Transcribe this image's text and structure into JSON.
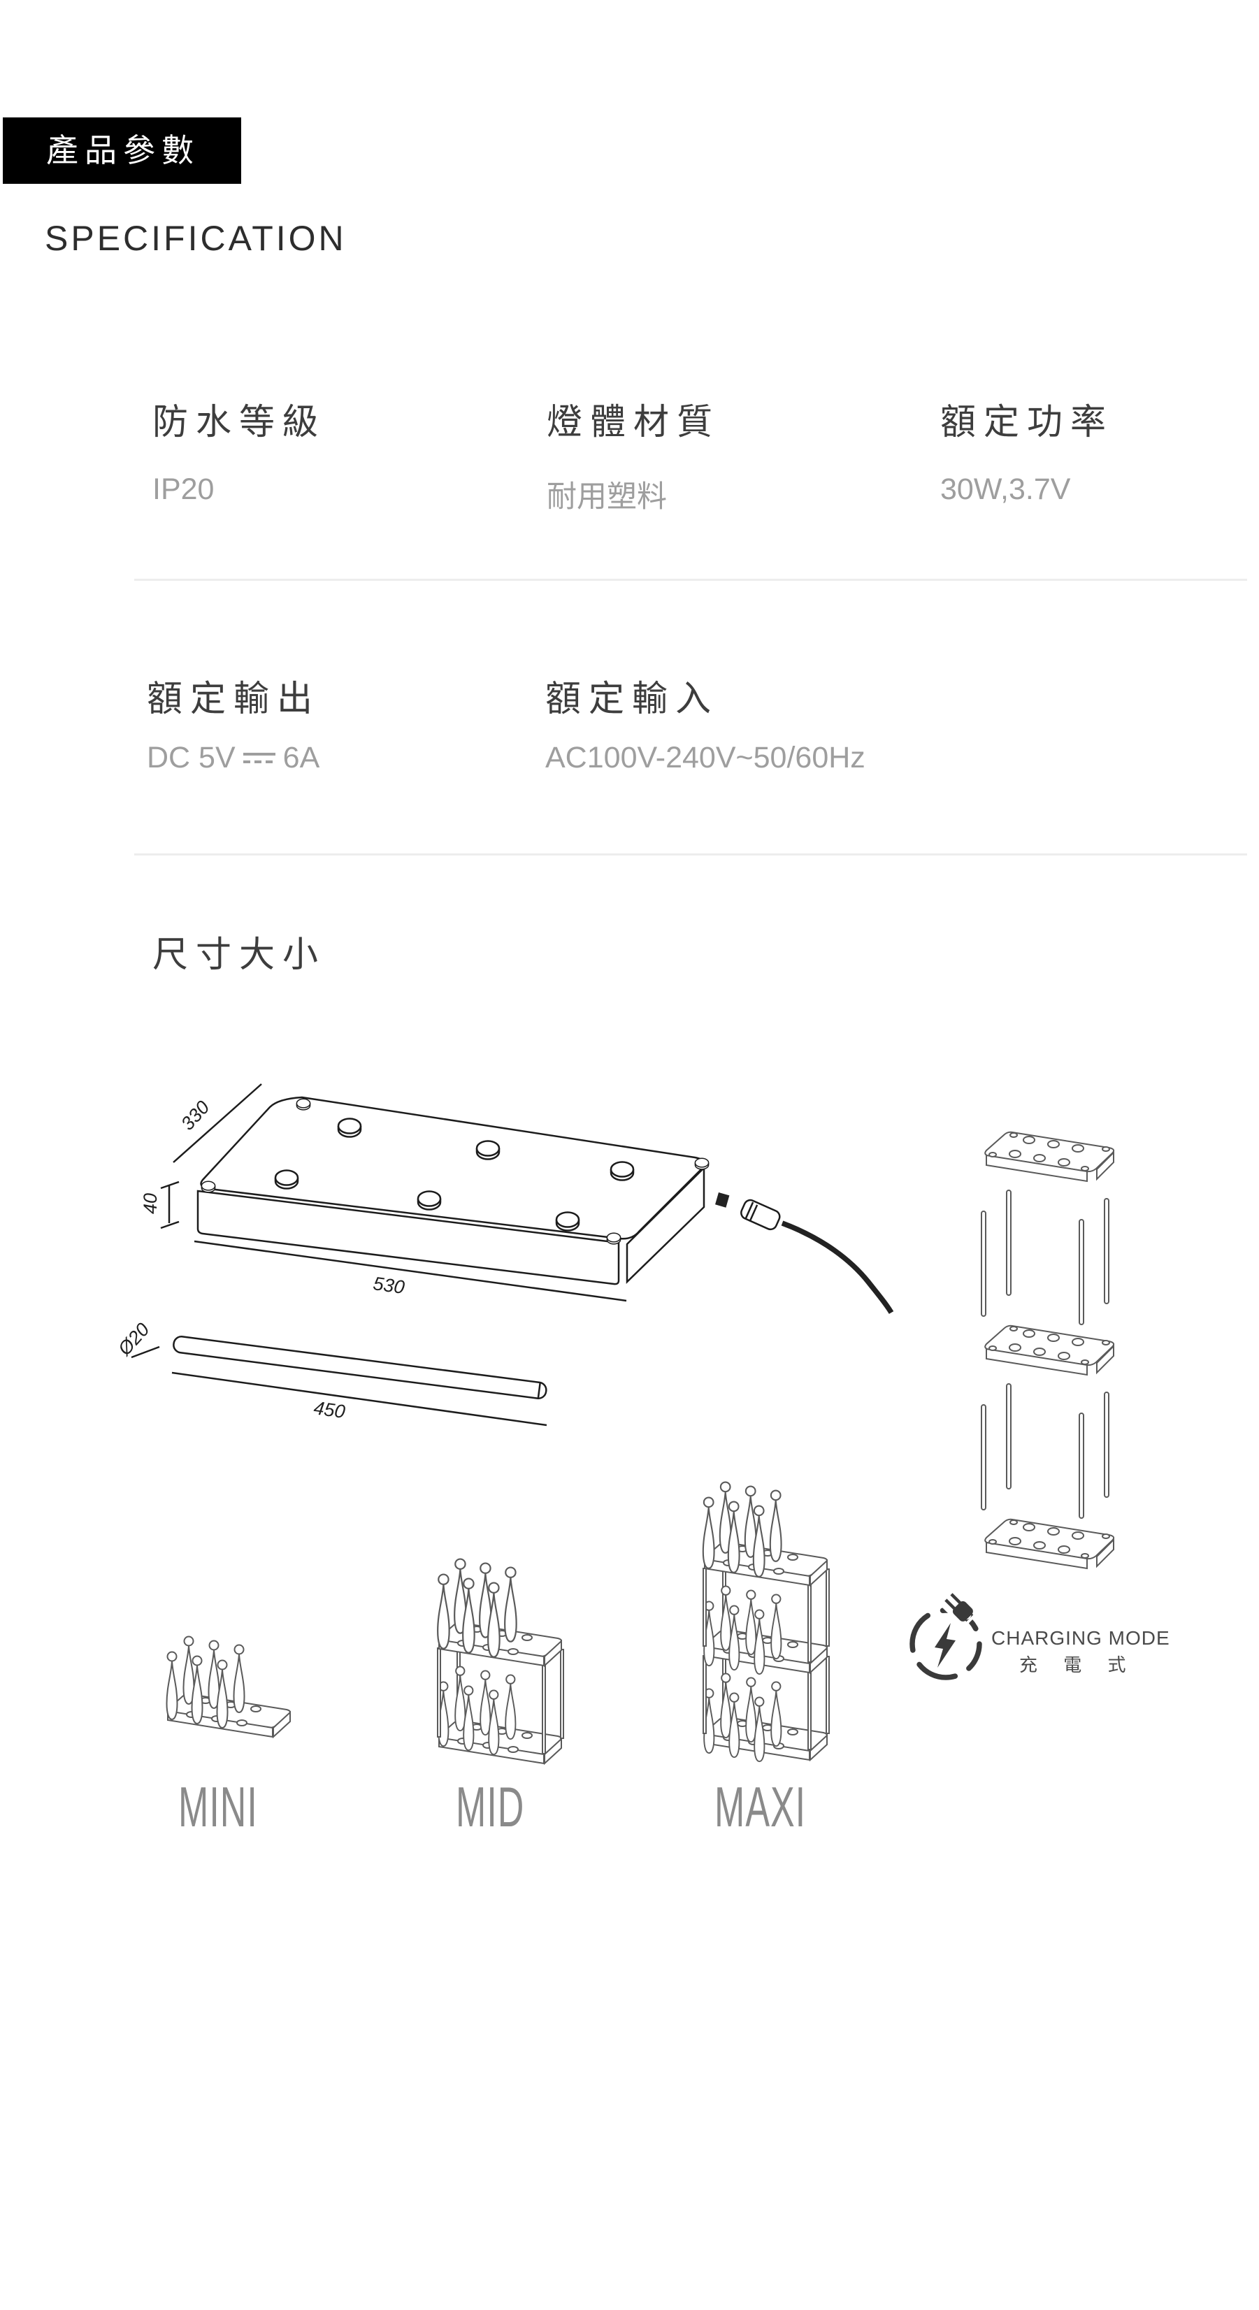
{
  "header": {
    "badge": "產品參數",
    "title": "SPECIFICATION"
  },
  "specs": {
    "rows": [
      {
        "items": [
          {
            "label": "防水等級",
            "value": "IP20"
          },
          {
            "label": "燈體材質",
            "value": "耐用塑料"
          },
          {
            "label": "額定功率",
            "value": "30W,3.7V"
          }
        ]
      },
      {
        "items": [
          {
            "label": "額定輸出",
            "value": "DC 5V ⎓ 6A",
            "value_prefix": "DC 5V",
            "dc_symbol": "⎓",
            "value_suffix": "6A"
          },
          {
            "label": "額定輸入",
            "value": "AC100V-240V~50/60Hz"
          }
        ]
      }
    ]
  },
  "dimensions": {
    "title": "尺寸大小",
    "tray_length": "530",
    "tray_depth": "330",
    "tray_height": "40",
    "rod_diameter": "Ø20",
    "rod_length": "450"
  },
  "variants": [
    {
      "name": "MINI"
    },
    {
      "name": "MID"
    },
    {
      "name": "MAXI"
    }
  ],
  "charging": {
    "title": "CHARGING MODE",
    "subtitle": "充 電 式"
  },
  "colors": {
    "badge_bg": "#000000",
    "badge_text": "#ffffff",
    "heading": "#2d2d2d",
    "label": "#3d3d3d",
    "value": "#9e9e9e",
    "line_dark": "#1c1c1c",
    "line_gray": "#5a5a5a",
    "divider": "#ededed",
    "variant_label": "#8a8a8a",
    "icon": "#3a3a3a"
  }
}
